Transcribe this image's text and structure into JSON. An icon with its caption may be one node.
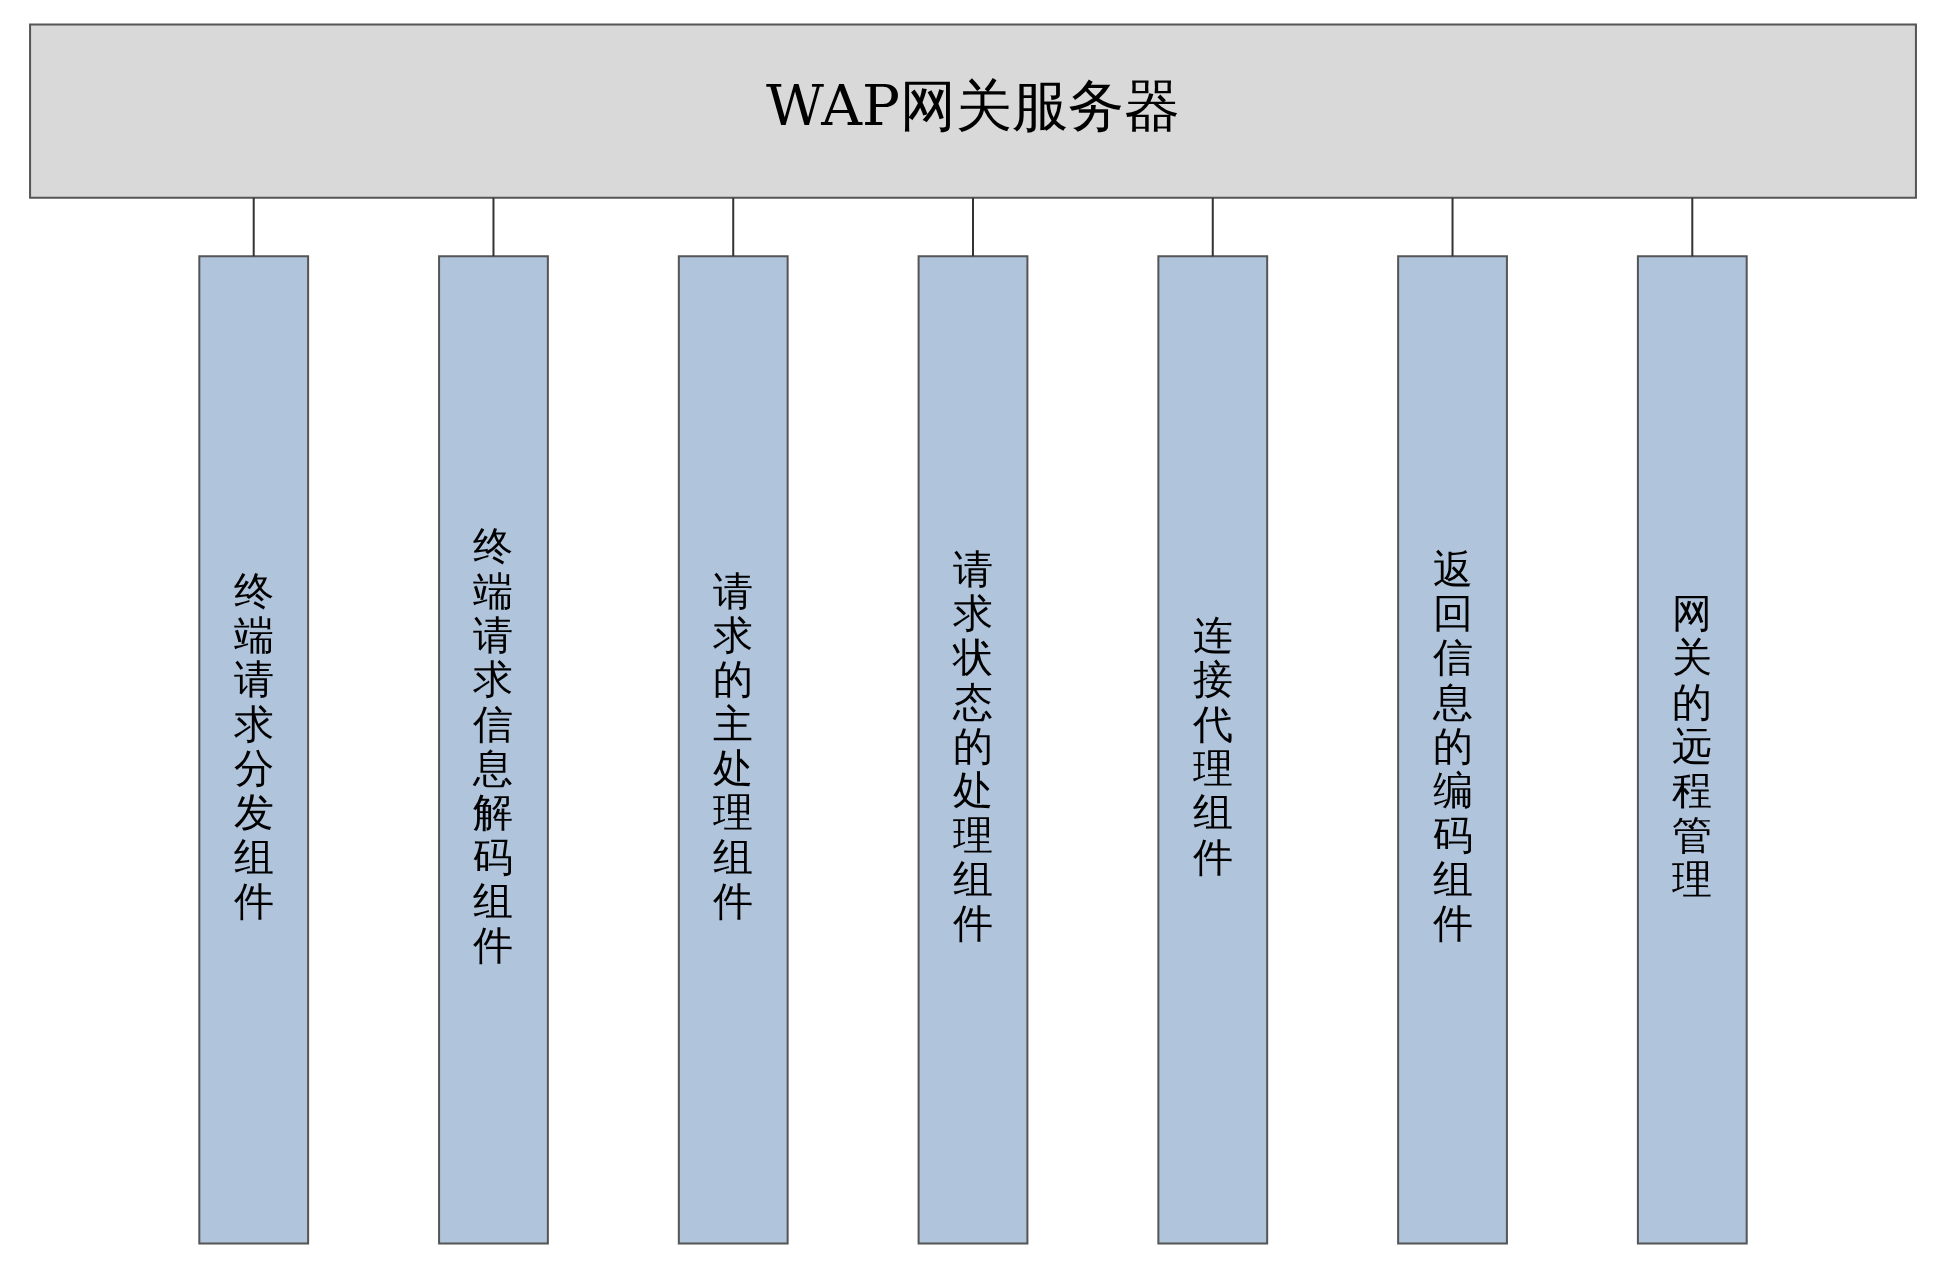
{
  "diagram": {
    "nodes": [
      {
        "text": [
          "WAP网关服务器"
        ]
      },
      {
        "text": [
          "终端请求分发组件"
        ]
      },
      {
        "text": [
          "终端请求信息解码组件"
        ]
      },
      {
        "text": [
          "请求的主处理组件"
        ]
      },
      {
        "text": [
          "请求状态的处理组件"
        ]
      },
      {
        "text": [
          "连接代理组件"
        ]
      },
      {
        "text": [
          "返回信息的编码组件"
        ]
      },
      {
        "text": [
          "网关的远程管理"
        ]
      }
    ],
    "edges": [
      {
        "from": 0,
        "to": 1,
        "arrow": "none"
      },
      {
        "from": 0,
        "to": 2,
        "arrow": "none"
      },
      {
        "from": 0,
        "to": 3,
        "arrow": "none"
      },
      {
        "from": 0,
        "to": 4,
        "arrow": "none"
      },
      {
        "from": 0,
        "to": 5,
        "arrow": "none"
      },
      {
        "from": 0,
        "to": 6,
        "arrow": "none"
      },
      {
        "from": 0,
        "to": 7,
        "arrow": "none"
      }
    ]
  }
}
